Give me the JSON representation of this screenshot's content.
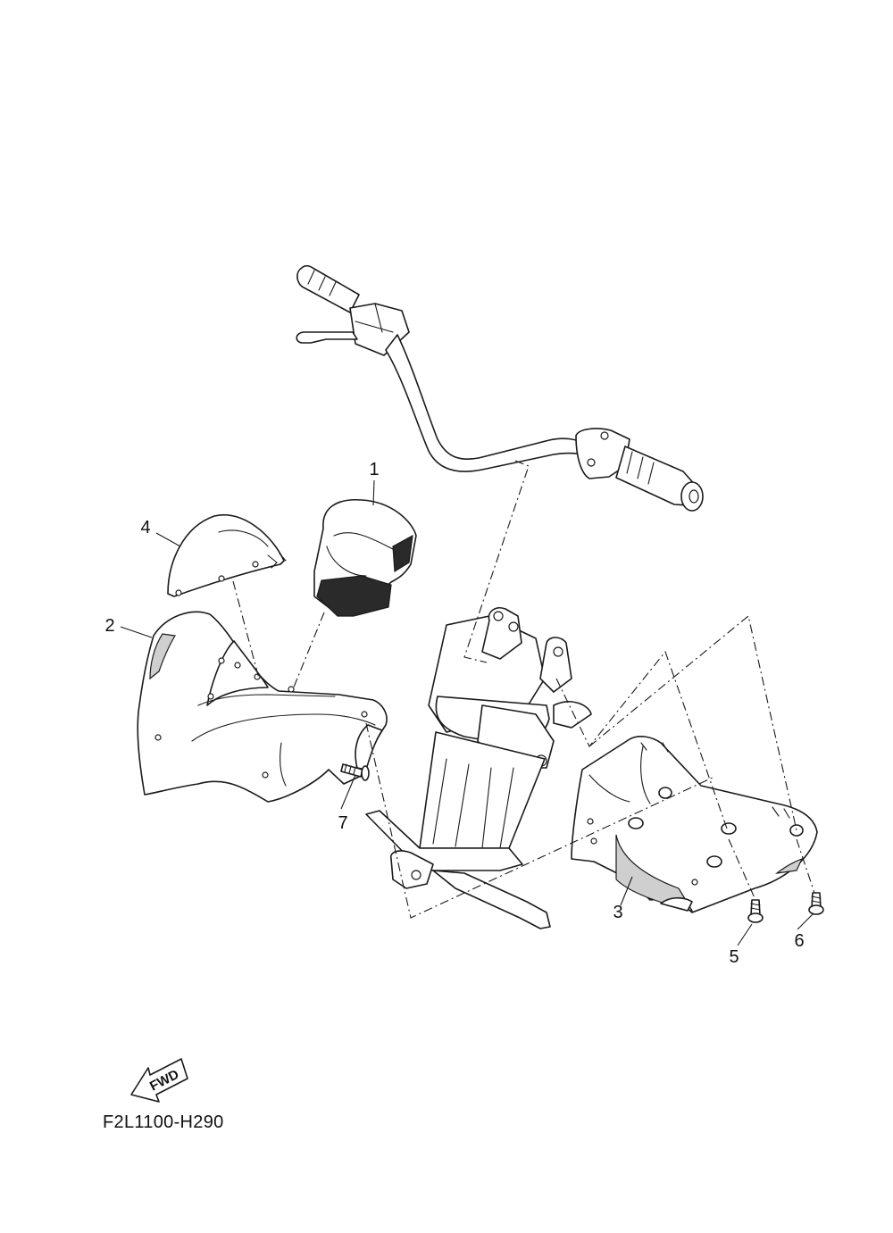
{
  "callouts": [
    {
      "number": "1"
    },
    {
      "number": "2"
    },
    {
      "number": "3"
    },
    {
      "number": "4"
    },
    {
      "number": "5"
    },
    {
      "number": "6"
    },
    {
      "number": "7"
    }
  ],
  "fwd_label": "FWD",
  "figure_code": "F2L1100-H290"
}
